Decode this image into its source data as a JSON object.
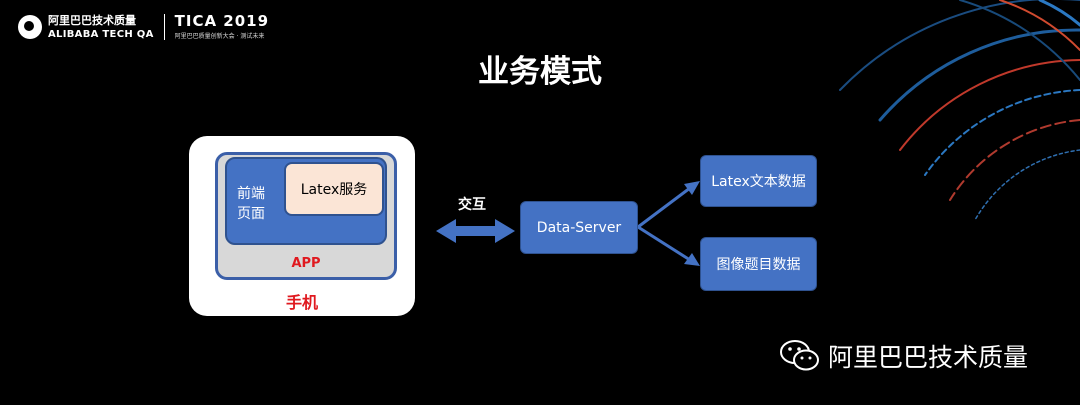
{
  "header": {
    "logo_cn": "阿里巴巴技术质量",
    "logo_en": "ALIBABA TECH QA",
    "event_title": "TICA 2019",
    "event_subtitle": "阿里巴巴质量创新大会 · 测试未来"
  },
  "slide": {
    "title": "业务模式"
  },
  "diagram": {
    "phone_label": "手机",
    "app_label": "APP",
    "frontend_label": "前端页面",
    "latex_service_label": "Latex服务",
    "interaction_label": "交互",
    "data_server_label": "Data-Server",
    "latex_data_label": "Latex文本数据",
    "image_data_label": "图像题目数据"
  },
  "watermark": {
    "text": "阿里巴巴技术质量",
    "icon": "wechat-icon"
  },
  "colors": {
    "background": "#000000",
    "node_fill": "#4472c4",
    "latex_box_fill": "#fbe5d6",
    "accent_red": "#e0191f"
  }
}
